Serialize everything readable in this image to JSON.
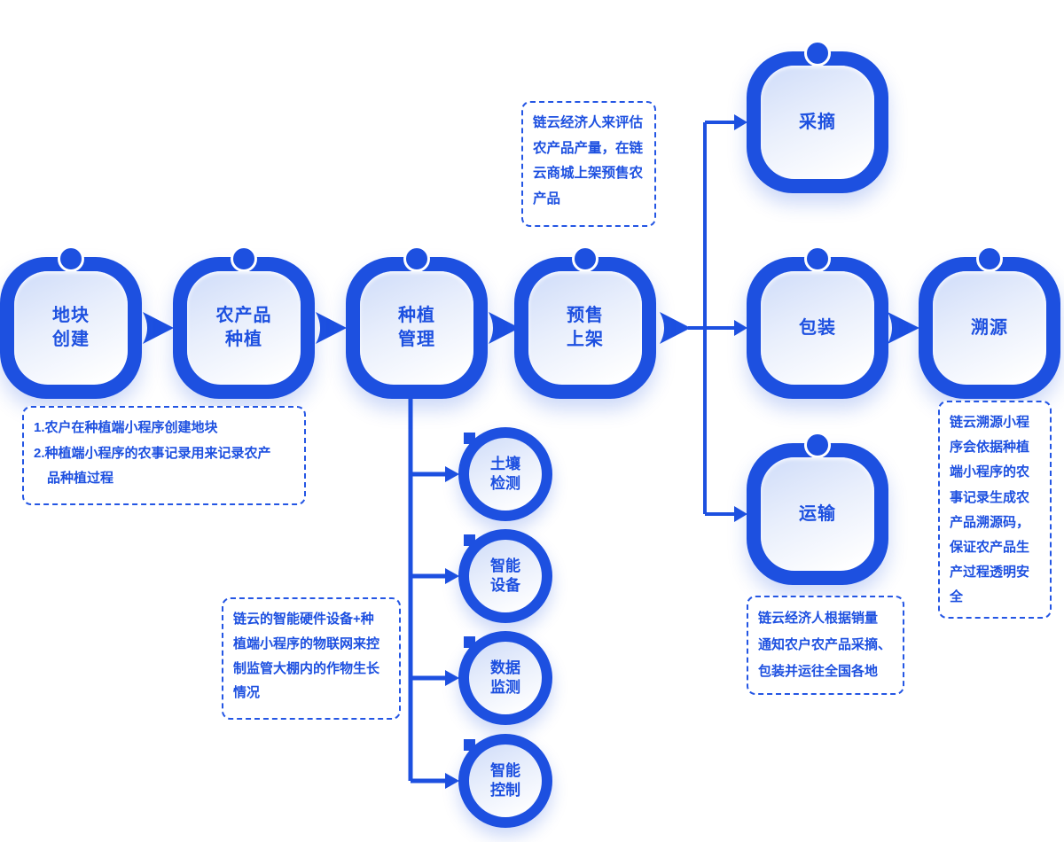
{
  "colors": {
    "primary": "#1d50e0",
    "node_ring": "#1d50e0",
    "node_fill_top": "#cfdcf9",
    "node_fill_bottom": "#ffffff",
    "note_border": "#2456e4",
    "text": "#1d50e0",
    "background": "#ffffff"
  },
  "flow_nodes": [
    {
      "id": "plot-create",
      "label": "地块\n创建"
    },
    {
      "id": "crop-plant",
      "label": "农产品\n种植"
    },
    {
      "id": "plant-manage",
      "label": "种植\n管理"
    },
    {
      "id": "presale-listing",
      "label": "预售\n上架"
    },
    {
      "id": "harvest",
      "label": "采摘"
    },
    {
      "id": "package",
      "label": "包装"
    },
    {
      "id": "trace",
      "label": "溯源"
    },
    {
      "id": "transport",
      "label": "运输"
    }
  ],
  "sub_nodes": [
    {
      "id": "soil-test",
      "label": "土壤\n检测"
    },
    {
      "id": "smart-device",
      "label": "智能\n设备"
    },
    {
      "id": "data-monitor",
      "label": "数据\n监测"
    },
    {
      "id": "smart-control",
      "label": "智能\n控制"
    }
  ],
  "notes": {
    "presale": "链云经济人来评估\n农产品产量，在链\n云商城上架预售农\n产品",
    "plot": "1.农户在种植端小程序创建地块\n2.种植端小程序的农事记录用来记录农产\n　品种植过程",
    "iot": "链云的智能硬件设备+种\n植端小程序的物联网来控\n制监管大棚内的作物生长\n情况",
    "sales": "链云经济人根据销量\n通知农户农产品采摘、\n包装并运往全国各地",
    "trace": "链云溯源小程\n序会依据种植\n端小程序的农\n事记录生成农\n产品溯源码，\n保证农产品生\n产过程透明安\n全"
  }
}
